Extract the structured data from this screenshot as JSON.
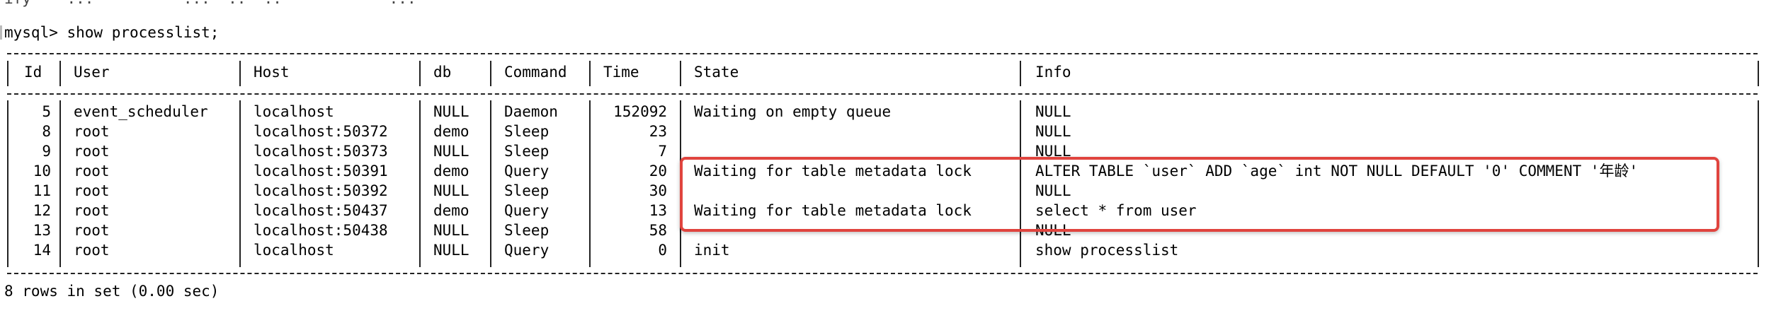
{
  "terminal": {
    "clipped_top_text": "ify    ...          ...  ..  ..            ...",
    "prompt": "mysql> show processlist;",
    "footer": "8 rows in set (0.00 sec)"
  },
  "table": {
    "columns": [
      "Id",
      "User",
      "Host",
      "db",
      "Command",
      "Time",
      "State",
      "Info"
    ],
    "rows": [
      {
        "id": "5",
        "user": "event_scheduler",
        "host": "localhost",
        "db": "NULL",
        "command": "Daemon",
        "time": "152092",
        "state": "Waiting on empty queue",
        "info": "NULL"
      },
      {
        "id": "8",
        "user": "root",
        "host": "localhost:50372",
        "db": "demo",
        "command": "Sleep",
        "time": "23",
        "state": "",
        "info": "NULL"
      },
      {
        "id": "9",
        "user": "root",
        "host": "localhost:50373",
        "db": "NULL",
        "command": "Sleep",
        "time": "7",
        "state": "",
        "info": "NULL"
      },
      {
        "id": "10",
        "user": "root",
        "host": "localhost:50391",
        "db": "demo",
        "command": "Query",
        "time": "20",
        "state": "Waiting for table metadata lock",
        "info": "ALTER TABLE `user` ADD `age` int NOT NULL DEFAULT '0' COMMENT '年龄'"
      },
      {
        "id": "11",
        "user": "root",
        "host": "localhost:50392",
        "db": "NULL",
        "command": "Sleep",
        "time": "30",
        "state": "",
        "info": "NULL"
      },
      {
        "id": "12",
        "user": "root",
        "host": "localhost:50437",
        "db": "demo",
        "command": "Query",
        "time": "13",
        "state": "Waiting for table metadata lock",
        "info": "select * from user"
      },
      {
        "id": "13",
        "user": "root",
        "host": "localhost:50438",
        "db": "NULL",
        "command": "Sleep",
        "time": "58",
        "state": "",
        "info": "NULL"
      },
      {
        "id": "14",
        "user": "root",
        "host": "localhost",
        "db": "NULL",
        "command": "Query",
        "time": "0",
        "state": "init",
        "info": "show processlist"
      }
    ]
  },
  "annotation": {
    "highlight_color": "#e0443e"
  }
}
